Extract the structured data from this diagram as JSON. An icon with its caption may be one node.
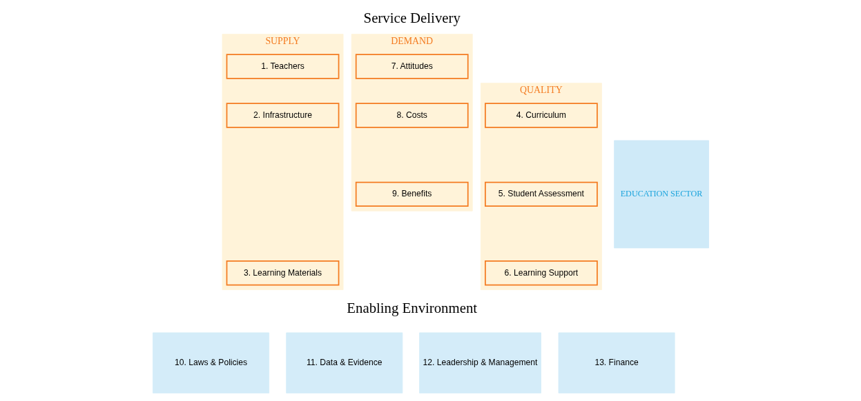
{
  "diagram": {
    "nodes": [
      {
        "text": [
          "SUPPLY"
        ]
      },
      {
        "text": [
          "1. Teachers"
        ],
        "in": 0
      },
      {
        "text": [
          "2. Infrastructure"
        ],
        "in": 0
      },
      {
        "text": [
          "3. Learning Materials"
        ],
        "in": 0
      },
      {
        "text": [
          "QUALITY"
        ]
      },
      {
        "text": [
          "4. Curriculum"
        ],
        "in": 4
      },
      {
        "text": [
          "5. Student Assessment"
        ],
        "in": 4
      },
      {
        "text": [
          "6. Learning Support"
        ],
        "in": 4
      },
      {
        "text": [
          "DEMAND"
        ]
      },
      {
        "text": [
          "7. Attitudes"
        ],
        "in": 8
      },
      {
        "text": [
          "8. Costs"
        ],
        "in": 8
      },
      {
        "text": [
          "9. Benefits"
        ],
        "in": 8
      },
      {
        "text": [
          "10. Laws & Policies"
        ]
      },
      {
        "text": [
          "11. Data & Evidence"
        ]
      },
      {
        "text": [
          "12. Leadership & Management"
        ]
      },
      {
        "text": [
          "13. Finance"
        ]
      },
      {
        "text": [
          "EDUCATION SECTOR"
        ]
      }
    ],
    "edges": [],
    "labels": [
      "Service Delivery",
      "Enabling Environment"
    ]
  }
}
